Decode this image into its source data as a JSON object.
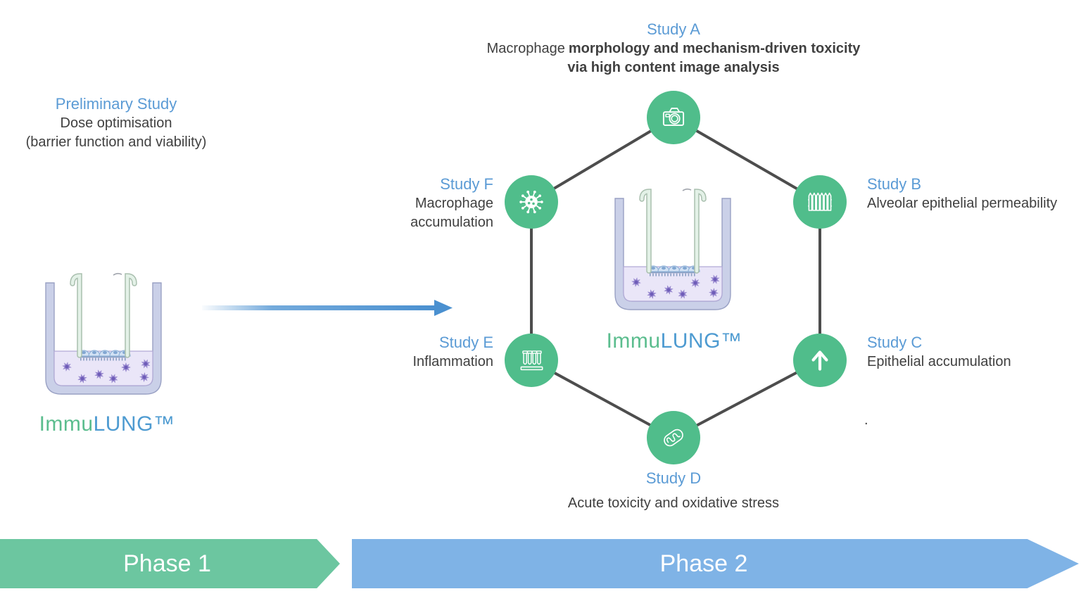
{
  "colors": {
    "accent_blue": "#5B9BD5",
    "text_dark": "#404040",
    "node_green": "#50BD8B",
    "banner_green": "#6CC6A0",
    "banner_blue": "#7FB3E6",
    "connector_gray": "#4d4d4d",
    "brand_green": "#5BBD8E",
    "brand_blue": "#4E9BD1",
    "arrow_blue": "#4a90d0"
  },
  "preliminary": {
    "title": "Preliminary Study",
    "line1": "Dose optimisation",
    "line2": "(barrier function and viability)"
  },
  "model_left": {
    "name_green": "Immu",
    "name_blue": "LUNG™"
  },
  "model_center": {
    "name_green": "Immu",
    "name_blue": "LUNG™"
  },
  "studies": {
    "a": {
      "label": "Study A",
      "desc_plain": "Macrophage",
      "desc_bold": "morphology and mechanism-driven toxicity",
      "desc_line2": "via high content image analysis",
      "icon": "camera-icon"
    },
    "b": {
      "label": "Study B",
      "desc": "Alveolar epithelial permeability",
      "icon": "fence-barrier-icon"
    },
    "c": {
      "label": "Study C",
      "desc": "Epithelial accumulation",
      "stray_dot": ".",
      "icon": "up-arrow-icon"
    },
    "d": {
      "label": "Study D",
      "desc": "Acute toxicity and oxidative stress",
      "icon": "mitochondria-icon"
    },
    "e": {
      "label": "Study E",
      "desc": "Inflammation",
      "icon": "test-tubes-icon"
    },
    "f": {
      "label": "Study F",
      "desc_line1": "Macrophage",
      "desc_line2": "accumulation",
      "icon": "virus-cell-icon"
    }
  },
  "phases": {
    "phase1_label": "Phase 1",
    "phase2_label": "Phase 2"
  }
}
